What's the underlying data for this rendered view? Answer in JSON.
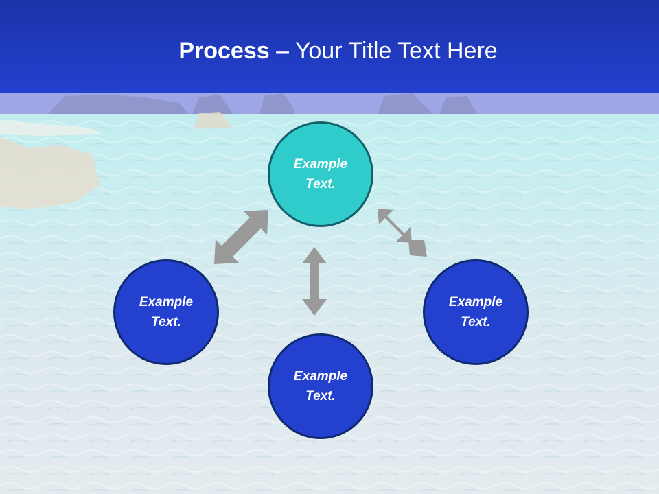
{
  "title": {
    "bold": "Process",
    "separator": " – ",
    "rest": "Your Title Text Here"
  },
  "nodes": {
    "top": {
      "label": "Example Text."
    },
    "left": {
      "label": "Example Text."
    },
    "bottom": {
      "label": "Example Text."
    },
    "right": {
      "label": "Example Text."
    }
  },
  "colors": {
    "title_bar": "#2340cf",
    "node_primary": "#2340cf",
    "node_accent": "#30cccc",
    "arrow": "#9a9a9a",
    "water": "#c9ecee"
  }
}
